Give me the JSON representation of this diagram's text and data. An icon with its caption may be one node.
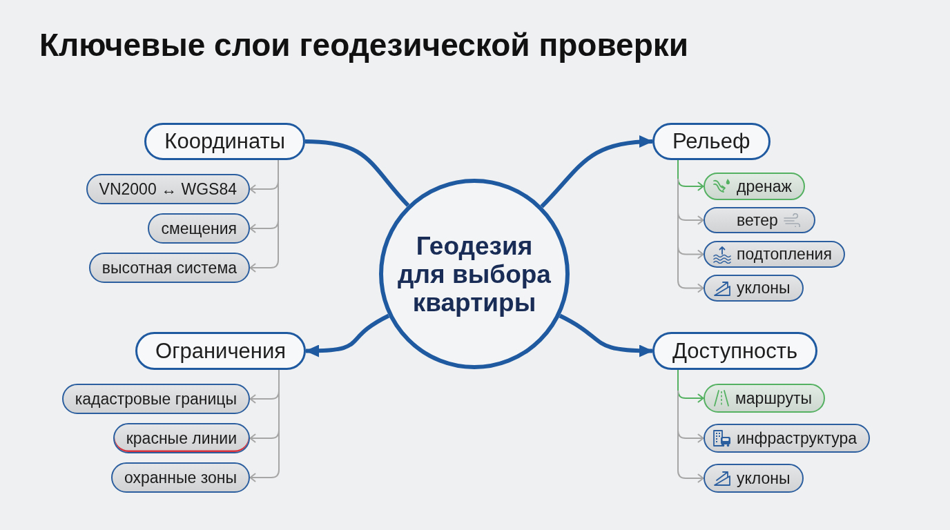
{
  "diagram": {
    "title": "Ключевые слои геодезической проверки",
    "nodes": [
      {
        "text": [
          "Геодезия для выбора квартиры"
        ]
      },
      {
        "text": [
          "Координаты"
        ]
      },
      {
        "text": [
          "VN2000 ↔ WGS84"
        ]
      },
      {
        "text": [
          "смещения"
        ]
      },
      {
        "text": [
          "высотная система"
        ]
      },
      {
        "text": [
          "Рельеф"
        ]
      },
      {
        "text": [
          "дренаж"
        ]
      },
      {
        "text": [
          "ветер"
        ]
      },
      {
        "text": [
          "подтопления"
        ]
      },
      {
        "text": [
          "уклоны"
        ]
      },
      {
        "text": [
          "Ограничения"
        ]
      },
      {
        "text": [
          "кадастровые границы"
        ]
      },
      {
        "text": [
          "красные линии"
        ]
      },
      {
        "text": [
          "охранные зоны"
        ]
      },
      {
        "text": [
          "Доступность"
        ]
      },
      {
        "text": [
          "маршруты"
        ]
      },
      {
        "text": [
          "инфраструктура"
        ]
      },
      {
        "text": [
          "уклоны"
        ]
      }
    ],
    "edges": [
      {
        "from": 0,
        "to": 1,
        "arrow": "none",
        "style": "thick",
        "color": "#1f5aa0"
      },
      {
        "from": 0,
        "to": 5,
        "arrow": "to",
        "style": "thick",
        "color": "#1f5aa0"
      },
      {
        "from": 0,
        "to": 10,
        "arrow": "to",
        "style": "thick",
        "color": "#1f5aa0"
      },
      {
        "from": 0,
        "to": 14,
        "arrow": "to",
        "style": "thick",
        "color": "#1f5aa0"
      },
      {
        "from": 1,
        "to": 2,
        "arrow": "to"
      },
      {
        "from": 1,
        "to": 3,
        "arrow": "to"
      },
      {
        "from": 1,
        "to": 4,
        "arrow": "to"
      },
      {
        "from": 5,
        "to": 6,
        "arrow": "to",
        "color": "#55b162"
      },
      {
        "from": 5,
        "to": 7,
        "arrow": "to"
      },
      {
        "from": 5,
        "to": 8,
        "arrow": "to"
      },
      {
        "from": 5,
        "to": 9,
        "arrow": "to"
      },
      {
        "from": 10,
        "to": 11,
        "arrow": "to"
      },
      {
        "from": 10,
        "to": 12,
        "arrow": "to"
      },
      {
        "from": 10,
        "to": 13,
        "arrow": "to"
      },
      {
        "from": 14,
        "to": 15,
        "arrow": "to",
        "color": "#55b162"
      },
      {
        "from": 14,
        "to": 16,
        "arrow": "to"
      },
      {
        "from": 14,
        "to": 17,
        "arrow": "to"
      }
    ]
  }
}
